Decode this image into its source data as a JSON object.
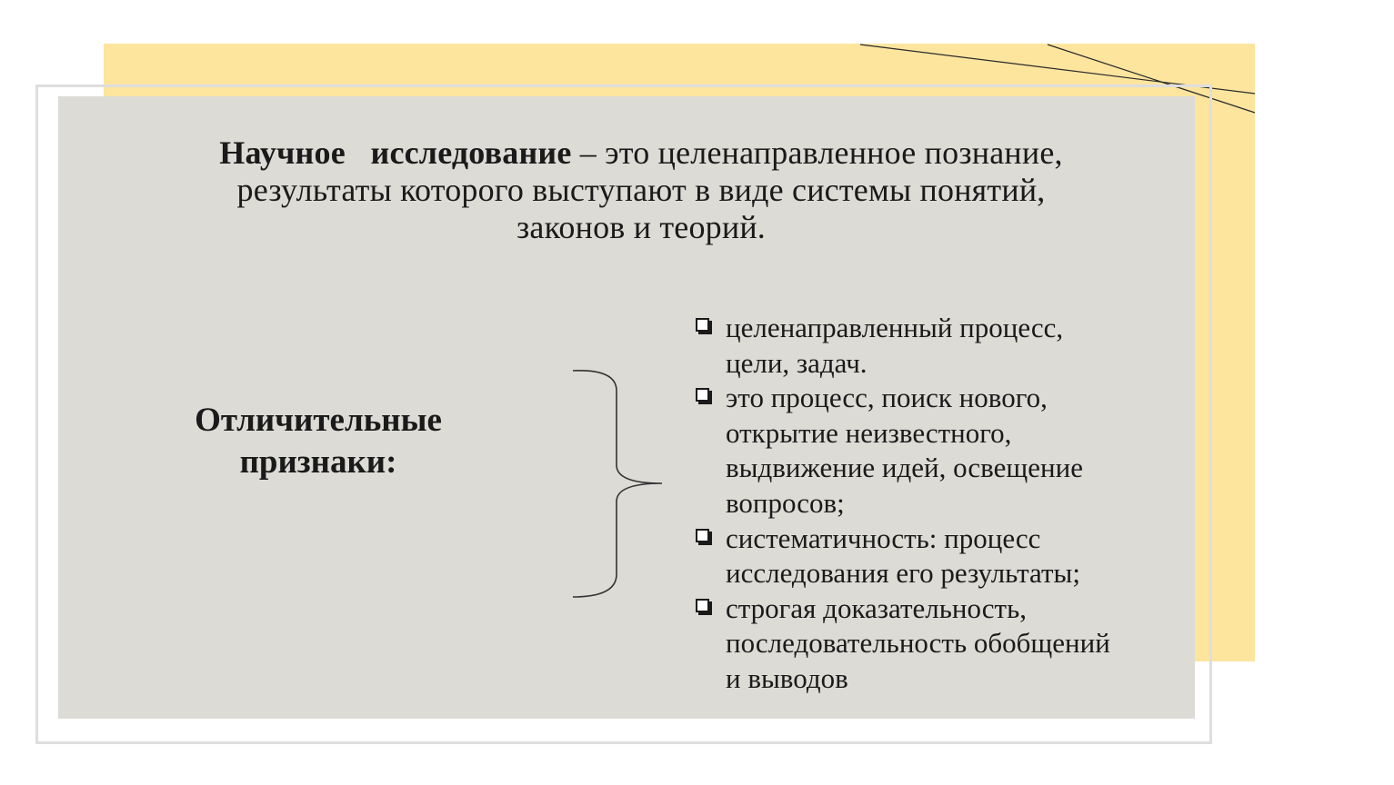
{
  "definition": {
    "term_part1": "Научное",
    "term_part2": "исследование",
    "line1_rest": " – это целенаправленное познание,",
    "line2": "результаты которого выступают в виде системы понятий,",
    "line3": "законов и теорий."
  },
  "features": {
    "label_line1": "Отличительные",
    "label_line2": "признаки:",
    "bullet_icon": "checkbox-square-icon",
    "items": [
      [
        "целенаправленный процесс,",
        "цели, задач."
      ],
      [
        "это процесс, поиск нового,",
        "открытие неизвестного,",
        "выдвижение идей, освещение",
        "вопросов;"
      ],
      [
        "систематичность: процесс",
        "исследования его результаты;"
      ],
      [
        "строгая доказательность,",
        "последовательность обобщений",
        "и выводов"
      ]
    ]
  },
  "colors": {
    "yellow_panel": "#fde59e",
    "gray_panel": "#dcdbd6",
    "frame": "#dedede",
    "text": "#1a1a1a"
  }
}
